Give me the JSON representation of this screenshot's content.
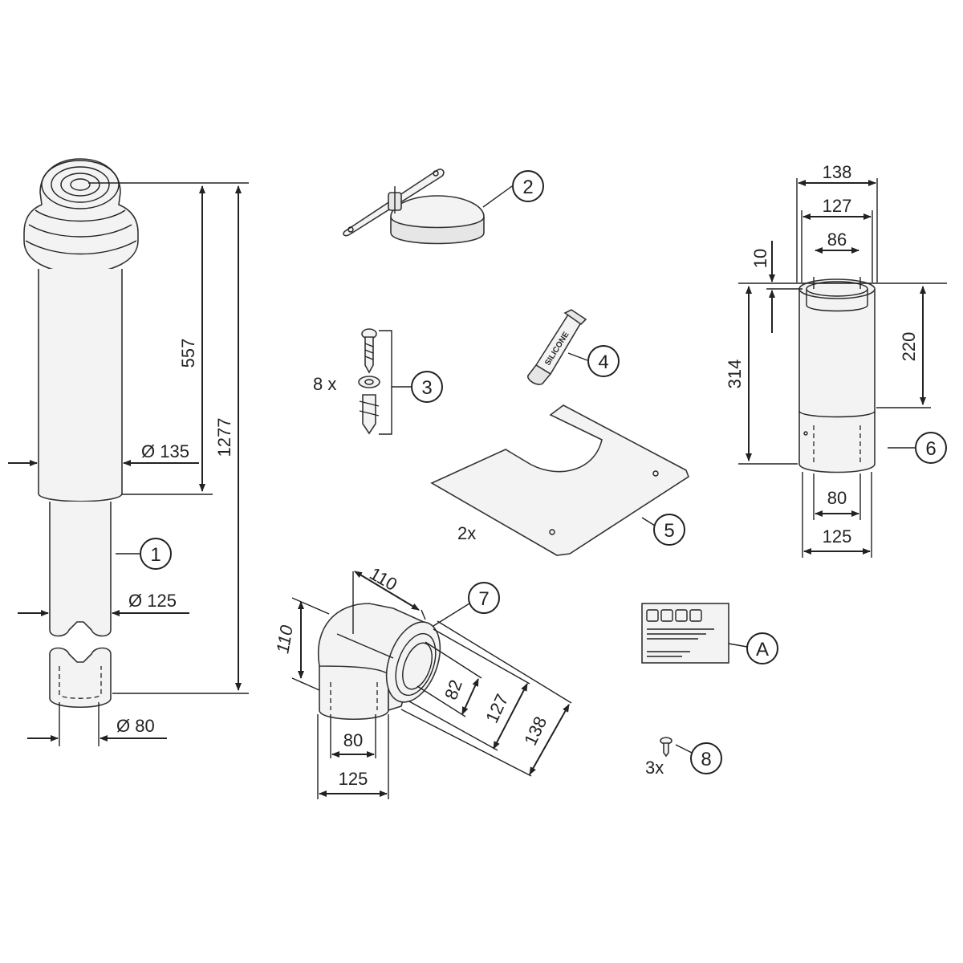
{
  "dimensions": {
    "part1_d135": "Ø 135",
    "part1_d125": "Ø 125",
    "part1_d80": "Ø 80",
    "part1_len557": "557",
    "part1_len1277": "1277",
    "part6_138": "138",
    "part6_127": "127",
    "part6_86": "86",
    "part6_10": "10",
    "part6_314": "314",
    "part6_220": "220",
    "part6_80": "80",
    "part6_125": "125",
    "part7_110a": "110",
    "part7_110b": "110",
    "part7_82": "82",
    "part7_127": "127",
    "part7_138": "138",
    "part7_80": "80",
    "part7_125": "125"
  },
  "callouts": {
    "c1": "1",
    "c2": "2",
    "c3": "3",
    "c4": "4",
    "c5": "5",
    "c6": "6",
    "c7": "7",
    "c8": "8",
    "cA": "A"
  },
  "quantities": {
    "part3_qty": "8 x",
    "part5_qty": "2x",
    "part8_qty": "3x"
  },
  "labels": {
    "silicone": "SILICONE"
  }
}
